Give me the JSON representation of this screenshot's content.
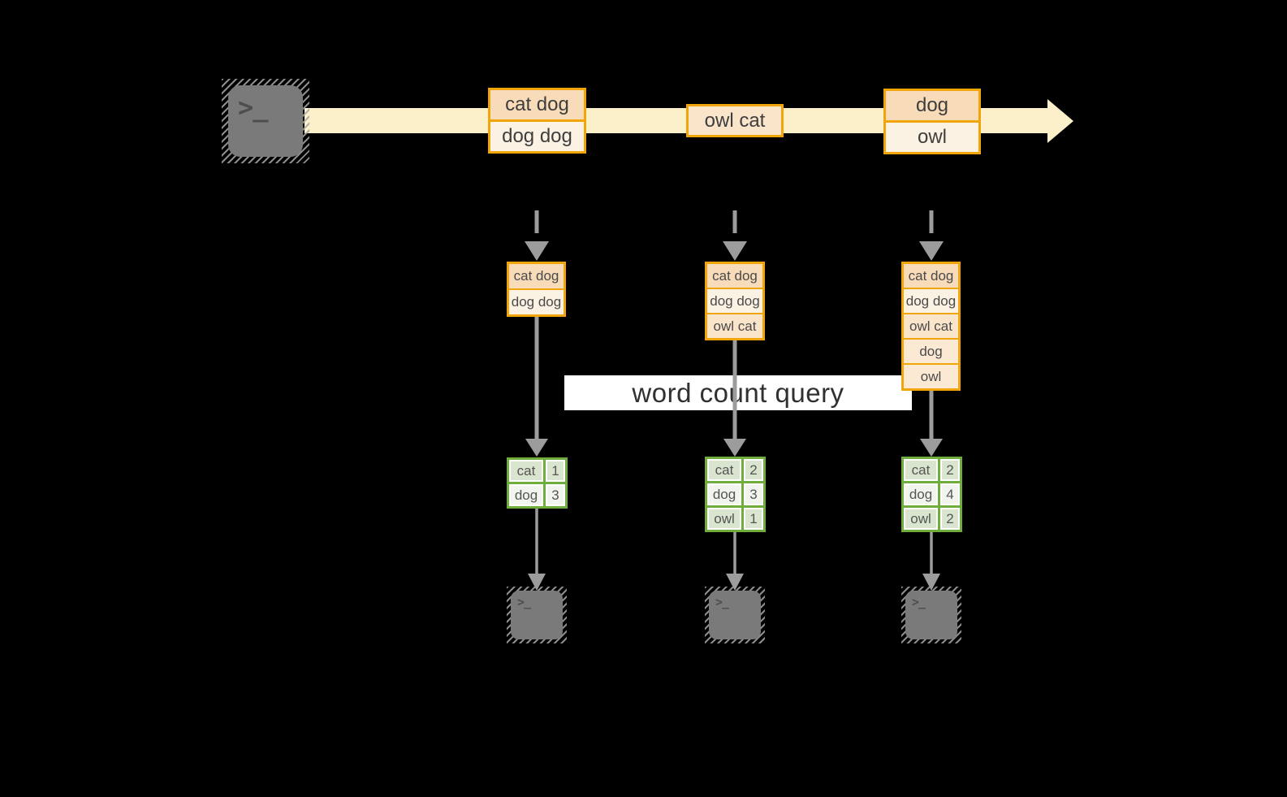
{
  "query": {
    "label": "word count query"
  },
  "icons": {
    "terminal_glyph": ">_"
  },
  "stream": {
    "messages": [
      {
        "lines": [
          "cat dog",
          "dog dog"
        ]
      },
      {
        "lines": [
          "owl cat"
        ]
      },
      {
        "lines": [
          "dog",
          "owl"
        ]
      }
    ]
  },
  "stacks": [
    {
      "items": [
        "cat dog",
        "dog dog"
      ]
    },
    {
      "items": [
        "cat dog",
        "dog dog",
        "owl cat"
      ]
    },
    {
      "items": [
        "cat dog",
        "dog dog",
        "owl cat",
        "dog",
        "owl"
      ]
    }
  ],
  "tables": [
    {
      "rows": [
        [
          "cat",
          "1"
        ],
        [
          "dog",
          "3"
        ]
      ]
    },
    {
      "rows": [
        [
          "cat",
          "2"
        ],
        [
          "dog",
          "3"
        ],
        [
          "owl",
          "1"
        ]
      ]
    },
    {
      "rows": [
        [
          "cat",
          "2"
        ],
        [
          "dog",
          "4"
        ],
        [
          "owl",
          "2"
        ]
      ]
    }
  ],
  "colors": {
    "background": "#000000",
    "stream_band": "#FBF0CA",
    "amber_border": "#F0A50A",
    "peach_fill": "#F8DBB8",
    "cream_fill": "#FCF2E3",
    "mid_fill": "#FAE4CA",
    "soft_fill": "#FBE9D3",
    "green_border": "#6FAD3C",
    "green_cell_dark": "#D9E5CE",
    "green_cell_light": "#F1F5ED",
    "arrow_gray": "#9C9C9C",
    "terminal_gray": "#7A7A7A",
    "query_band": "#FFFFFF"
  }
}
